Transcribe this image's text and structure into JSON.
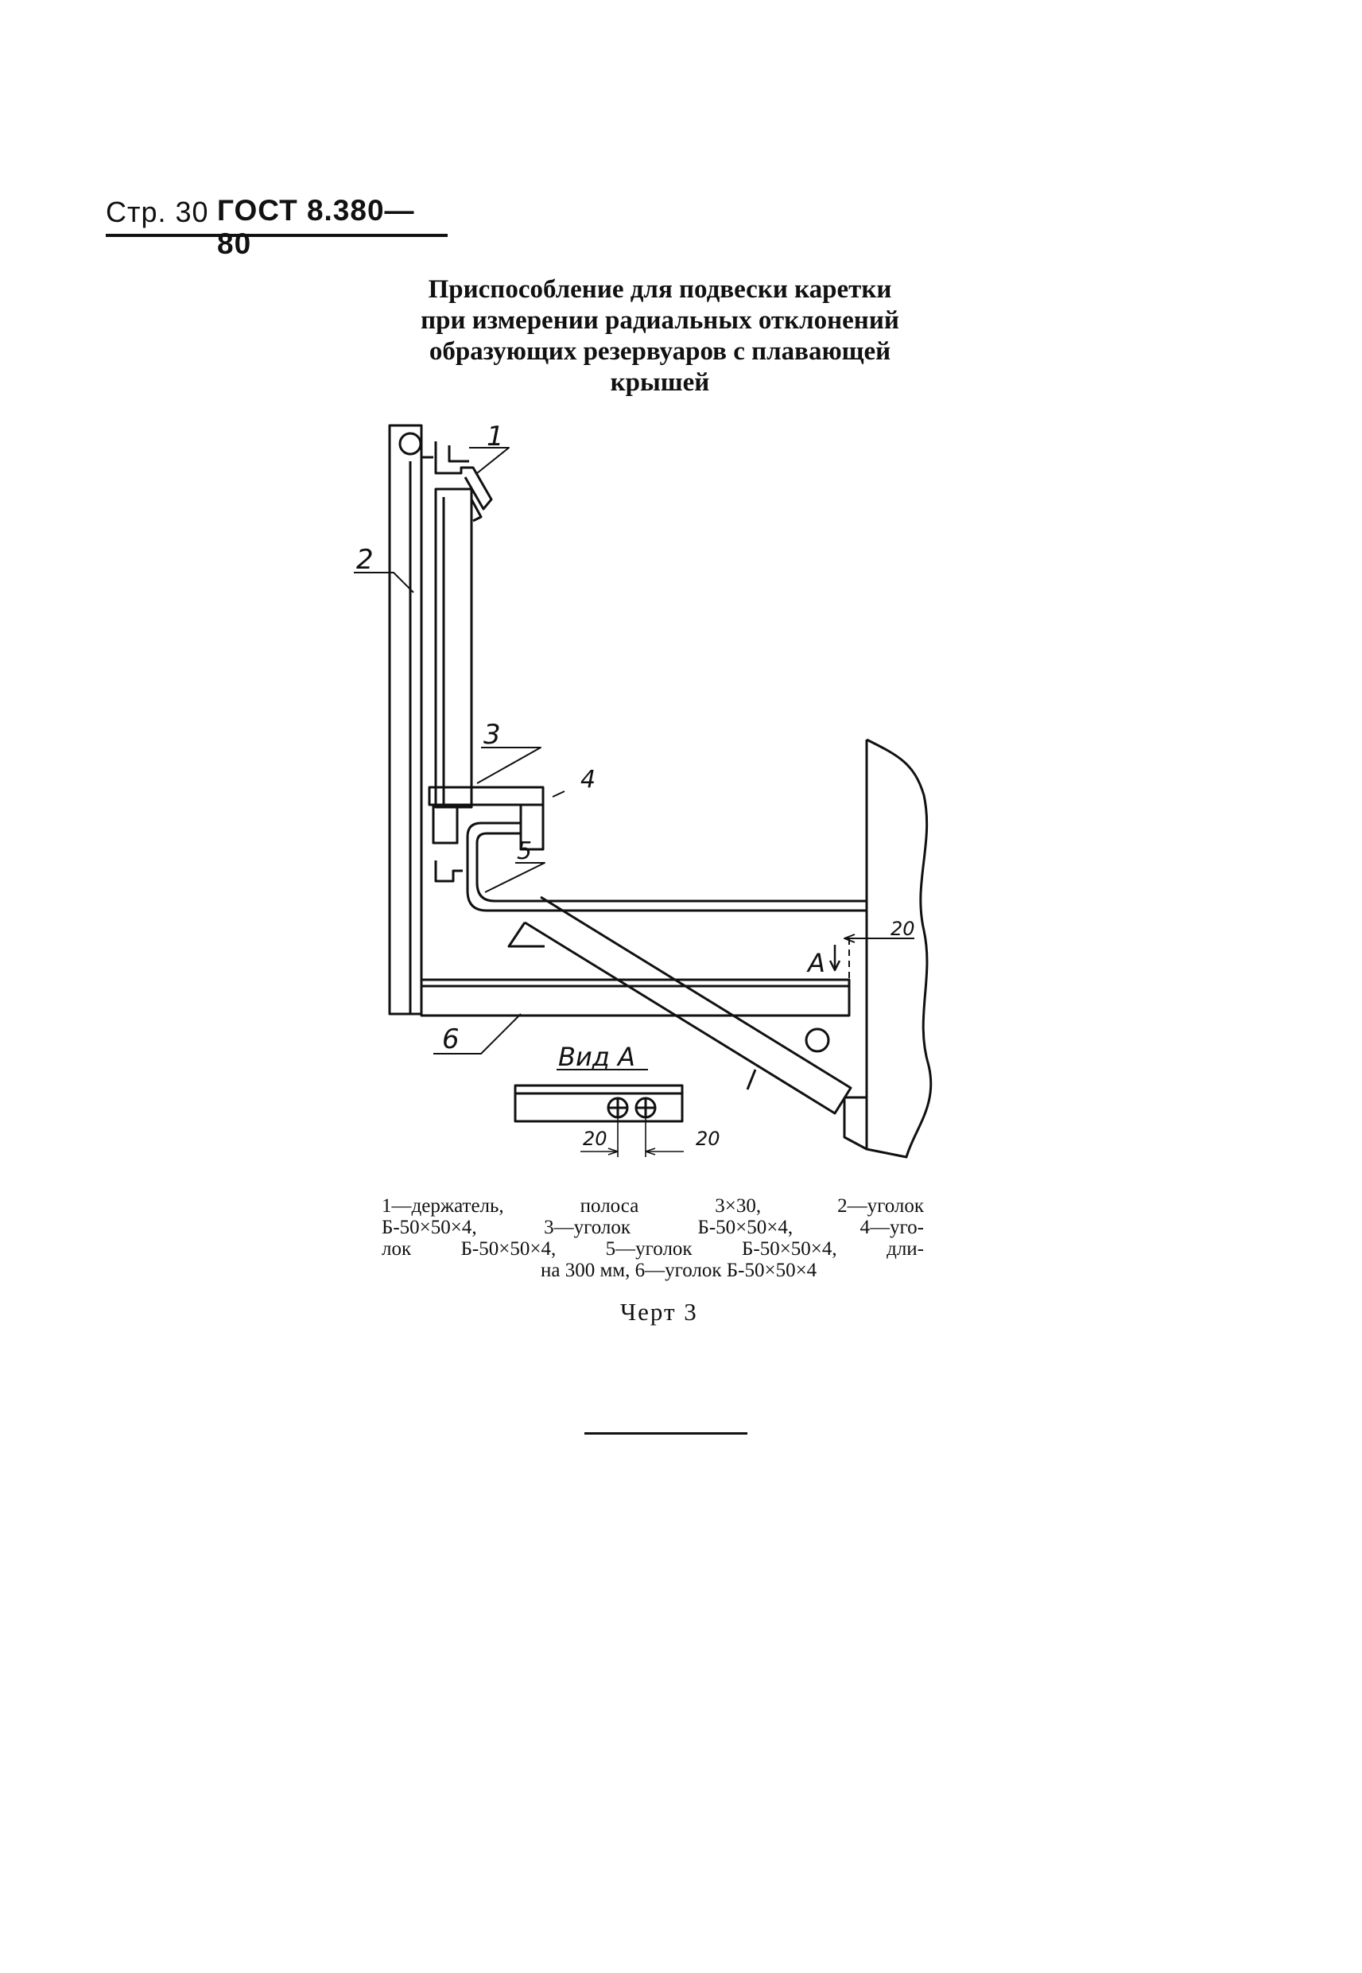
{
  "header": {
    "page_label": "Стр. 30",
    "standard": "ГОСТ 8.380—80"
  },
  "title_lines": [
    "Приспособление для подвески каретки",
    "при измерении радиальных отклонений",
    "образующих резервуаров с плавающей",
    "крышей"
  ],
  "drawing": {
    "callouts": [
      "1",
      "2",
      "3",
      "4",
      "5",
      "6"
    ],
    "view_label": "Вид А",
    "section_mark": "А",
    "dimension_main": "20",
    "dimension_left": "20",
    "dimension_right": "20"
  },
  "caption_lines": [
    "1—держатель, полоса 3×30, 2—уголок",
    "Б-50×50×4, 3—уголок Б-50×50×4, 4—уго-",
    "лок Б-50×50×4, 5—уголок Б-50×50×4, дли-",
    "на 300 мм, 6—уголок Б-50×50×4"
  ],
  "figure_label": "Черт 3"
}
